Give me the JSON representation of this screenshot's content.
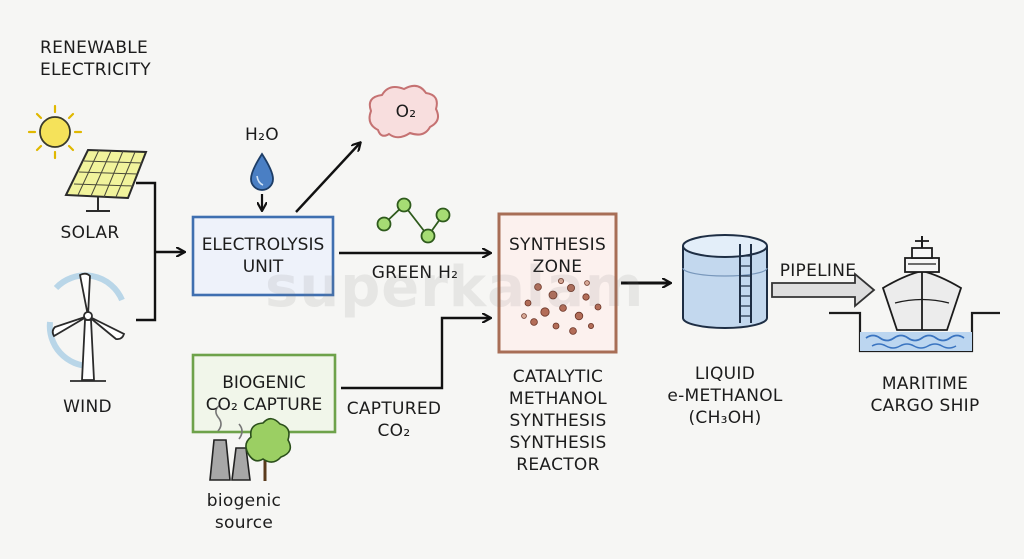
{
  "renewable_title": [
    "RENEWABLE",
    "ELECTRICITY"
  ],
  "solar_label": "SOLAR",
  "wind_label": "WIND",
  "water_label": "H₂O",
  "oxygen_label": "O₂",
  "electrolysis_lines": [
    "ELECTROLYSIS",
    "UNIT"
  ],
  "green_h2_label": "GREEN H₂",
  "synthesis_zone_lines": [
    "SYNTHESIS",
    "ZONE"
  ],
  "reactor_caption": [
    "CATALYTIC",
    "METHANOL",
    "SYNTHESIS",
    "SYNTHESIS",
    "REACTOR"
  ],
  "biogenic_box_lines": [
    "BIOGENIC",
    "CO₂ CAPTURE"
  ],
  "biogenic_source_lines": [
    "biogenic",
    "source"
  ],
  "captured_co2_lines": [
    "CAPTURED",
    "CO₂"
  ],
  "methanol_lines": [
    "LIQUID",
    "e-METHANOL",
    "(CH₃OH)"
  ],
  "pipeline_label": "PIPELINE",
  "ship_lines": [
    "MARITIME",
    "CARGO SHIP"
  ],
  "watermark": "superkalam",
  "colors": {
    "electrolysis_border": "#3f6fb0",
    "biogenic_border": "#6ea24a",
    "reactor_border": "#a86e56",
    "solar_panel": "#f1f39c",
    "tank": "#c3d8ee",
    "water": "#3a74c0",
    "molecule": "#a6dc74",
    "oxygen_cloud": "#f5d2d2"
  }
}
